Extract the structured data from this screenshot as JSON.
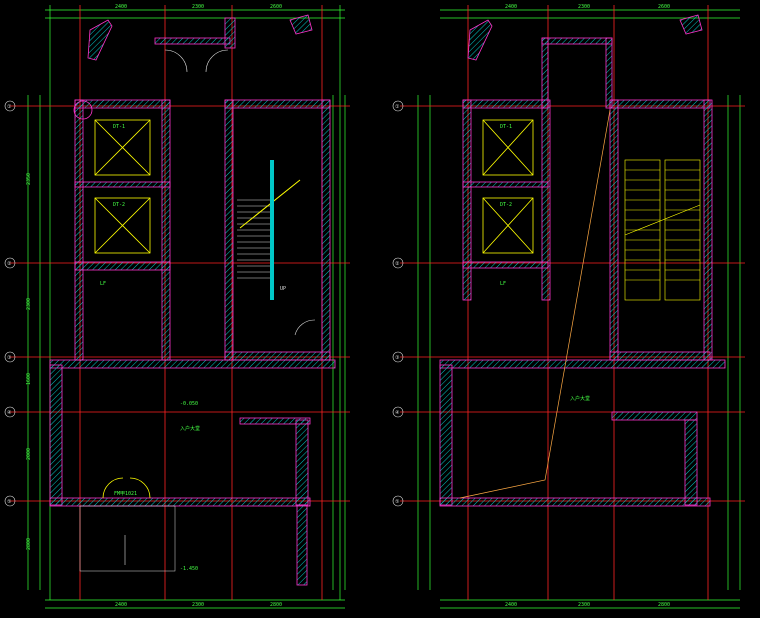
{
  "colors": {
    "background": "#000000",
    "wall_hatch": "#00c8c8",
    "wall_edge": "#ff33cc",
    "dimension": "#33ff33",
    "axis": "#ff2222",
    "elevator": "#ffff00",
    "text": "#dddddd"
  },
  "left_plan": {
    "axis_labels": [
      "①",
      "②",
      "③",
      "④",
      "⑤"
    ],
    "top_dims": [
      "2400",
      "2300",
      "2600"
    ],
    "bottom_dims": [
      "2400",
      "2300",
      "2800"
    ],
    "left_dims": [
      "2350",
      "2300",
      "1600",
      "2000",
      "2800"
    ],
    "elevator_1": "DT-1",
    "elevator_2": "DT-2",
    "room_label": "LF",
    "level_1": "-0.050",
    "level_2": "-1.450",
    "door_label": "FM甲1021",
    "stair_note": "UP",
    "hall_label": "入户大堂"
  },
  "right_plan": {
    "axis_labels": [
      "①",
      "②",
      "③",
      "④",
      "⑤"
    ],
    "top_dims": [
      "2400",
      "2300",
      "2600"
    ],
    "bottom_dims": [
      "2400",
      "2300",
      "2800"
    ],
    "elevator_1": "DT-1",
    "elevator_2": "DT-2",
    "hall_label": "入户大堂",
    "room_label": "LF"
  }
}
